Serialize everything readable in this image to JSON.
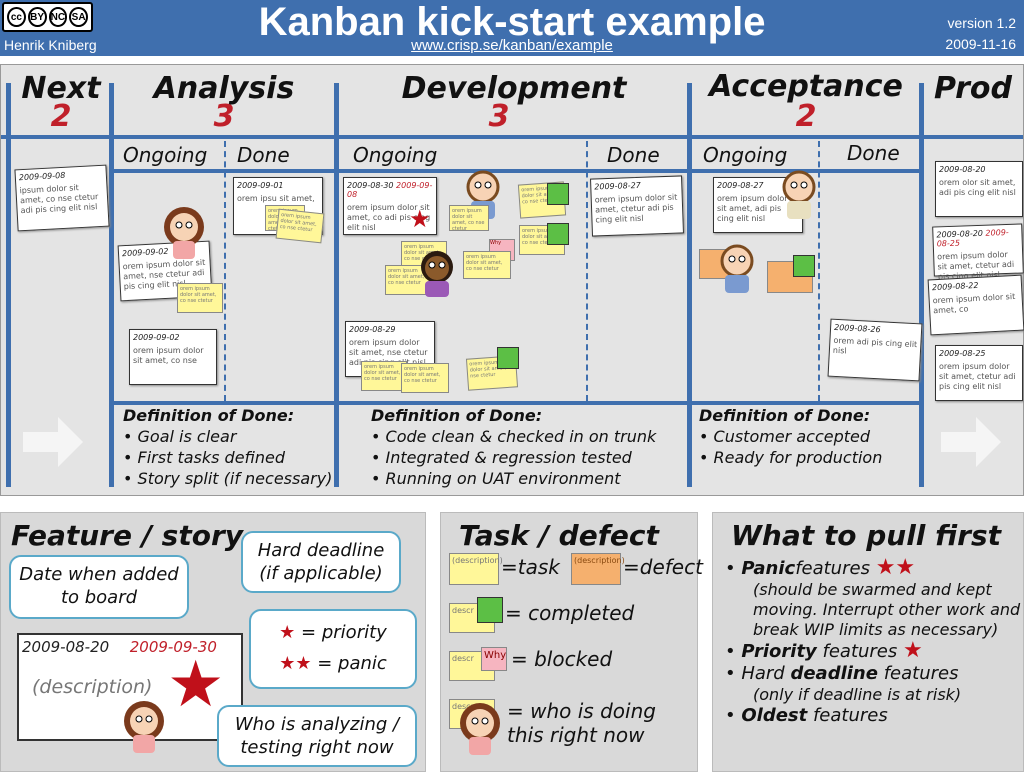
{
  "header": {
    "title": "Kanban kick-start example",
    "url": "www.crisp.se/kanban/example",
    "author": "Henrik Kniberg",
    "version": "version 1.2",
    "date": "2009-11-16",
    "license": [
      "cc",
      "BY",
      "NC",
      "SA"
    ]
  },
  "columns": {
    "next": {
      "name": "Next",
      "wip": "2"
    },
    "analysis": {
      "name": "Analysis",
      "wip": "3",
      "ongoing": "Ongoing",
      "done": "Done"
    },
    "development": {
      "name": "Development",
      "wip": "3",
      "ongoing": "Ongoing",
      "done": "Done"
    },
    "acceptance": {
      "name": "Acceptance",
      "wip": "2",
      "ongoing": "Ongoing",
      "done": "Done"
    },
    "prod": {
      "name": "Prod"
    }
  },
  "cards": {
    "next1": {
      "date": "2009-09-08",
      "text": "ipsum dolor sit amet, co nse ctetur adi pis cing elit nisl"
    },
    "an1": {
      "date": "2009-09-01",
      "text": "orem ipsu sit amet,"
    },
    "an2": {
      "date": "2009-09-02",
      "text": "orem ipsum dolor sit amet, nse ctetur adi pis cing elit nisl"
    },
    "an3": {
      "date": "2009-09-02",
      "text": "orem ipsum dolor sit amet, co nse"
    },
    "dev1": {
      "date": "2009-08-30",
      "deadline": "2009-09-08",
      "text": "orem ipsum dolor sit amet, co adi pis cing elit nisl"
    },
    "dev2": {
      "date": "2009-08-29",
      "text": "orem ipsum dolor sit amet, nse ctetur adi pis cing elit nisl"
    },
    "dev3": {
      "date": "2009-08-27",
      "text": "orem ipsum dolor sit amet, ctetur adi pis cing elit nisl"
    },
    "acc1": {
      "date": "2009-08-27",
      "text": "orem ipsum dolor sit amet, adi pis cing elit nisl"
    },
    "acc2": {
      "date": "2009-08-26",
      "text": "orem adi pis cing elit nisl"
    },
    "prod1": {
      "date": "2009-08-20",
      "text": "orem olor sit amet, adi pis cing elit nisl"
    },
    "prod2": {
      "date": "2009-08-20",
      "deadline": "2009-08-25",
      "text": "orem ipsum dolor sit amet, ctetur adi pis cing elit nisl"
    },
    "prod3": {
      "date": "2009-08-22",
      "text": "orem ipsum dolor sit amet, co"
    },
    "prod4": {
      "date": "2009-08-25",
      "text": "orem ipsum dolor sit amet, ctetur adi pis cing elit nisl"
    }
  },
  "sticky_text": "orem ipsum dolor sit amet, co nse ctetur",
  "blocked_label": "Why",
  "dod": {
    "analysis": {
      "title": "Definition of Done:",
      "items": [
        "Goal is clear",
        "First tasks defined",
        "Story split (if necessary)"
      ]
    },
    "development": {
      "title": "Definition of Done:",
      "items": [
        "Code clean & checked in on trunk",
        "Integrated & regression tested",
        "Running on UAT environment"
      ]
    },
    "acceptance": {
      "title": "Definition of Done:",
      "items": [
        "Customer accepted",
        "Ready for production"
      ]
    }
  },
  "feature_story": {
    "title": "Feature / story",
    "bubble_date": "Date when added to board",
    "bubble_deadline": "Hard deadline (if applicable)",
    "priority": "= priority",
    "panic": "= panic",
    "who": "Who is analyzing / testing right now",
    "card_date": "2009-08-20",
    "card_deadline": "2009-09-30",
    "card_desc": "(description)"
  },
  "task_defect": {
    "title": "Task / defect",
    "task_desc": "(description)",
    "task": "=task",
    "defect_desc": "(description)",
    "defect": "=defect",
    "completed": "= completed",
    "blocked": "= blocked",
    "who": "= who is doing this right now",
    "short_desc": "descr"
  },
  "pull": {
    "title": "What to pull first",
    "items": [
      {
        "bold": "Panic",
        "rest": "features",
        "note": "(should be swarmed and kept moving. Interrupt other work and break WIP limits as necessary)"
      },
      {
        "bold": "Priority",
        "rest": " features"
      },
      {
        "pre": "Hard ",
        "bold": "deadline",
        "rest": " features",
        "note": "(only if deadline is at risk)"
      },
      {
        "bold": "Oldest",
        "rest": " features"
      }
    ]
  },
  "colors": {
    "blue": "#3f6fae",
    "red": "#c0202a",
    "sticky": "#fff799",
    "green": "#5cbf45",
    "defect": "#f5b06e",
    "blocked": "#f6b5c0"
  }
}
